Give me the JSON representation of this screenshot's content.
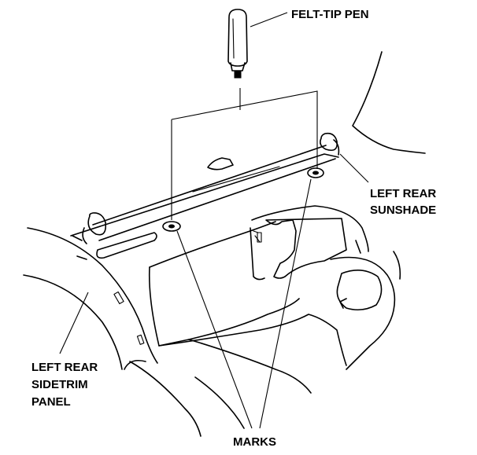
{
  "labels": {
    "pen": "FELT-TIP PEN",
    "sunshade_line1": "LEFT REAR",
    "sunshade_line2": "SUNSHADE",
    "sidetrim_line1": "LEFT REAR",
    "sidetrim_line2": "SIDETRIM",
    "sidetrim_line3": "PANEL",
    "marks": "MARKS"
  },
  "colors": {
    "ink": "#000000",
    "background": "#ffffff"
  }
}
